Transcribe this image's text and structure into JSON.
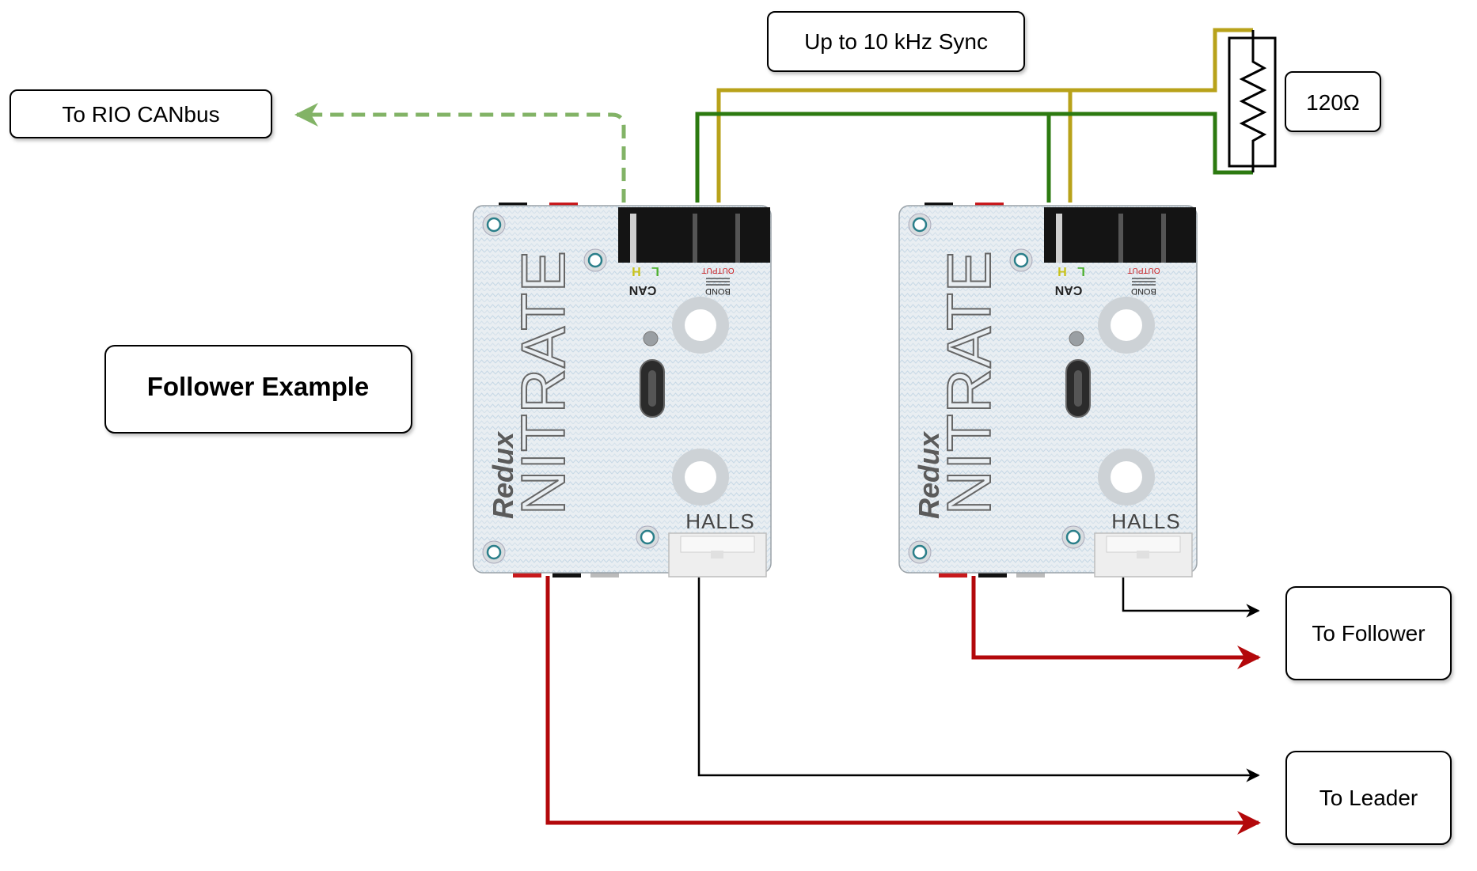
{
  "labels": {
    "rio": "To RIO CANbus",
    "sync": "Up to 10 kHz Sync",
    "resistor": "120Ω",
    "title": "Follower Example",
    "to_follower": "To Follower",
    "to_leader": "To Leader"
  },
  "device": {
    "brand": "Redux",
    "name": "NITRATE",
    "halls": "HALLS",
    "can": "CAN",
    "can_l": "L",
    "can_h": "H",
    "bond": "BOND",
    "output": "OUTPUT"
  },
  "colors": {
    "wire_yellow": "#b8a21a",
    "wire_green": "#2c7a10",
    "wire_red": "#b3080b",
    "wire_dashed": "#82b366",
    "board": "#e9eef2"
  }
}
